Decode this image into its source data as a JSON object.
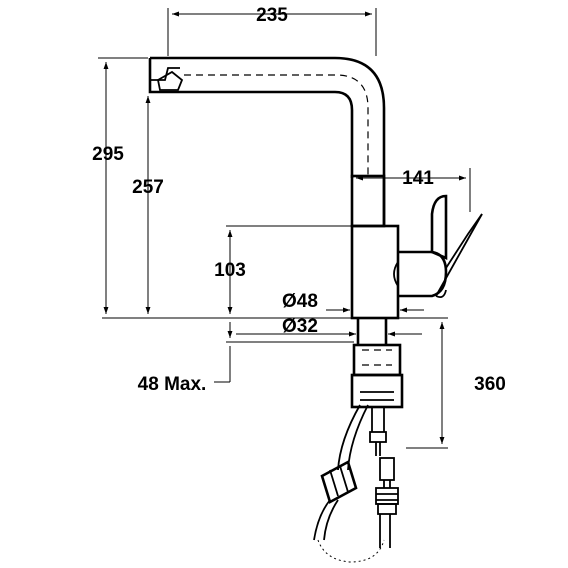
{
  "dimensions": {
    "width_total": "235",
    "height_total": "295",
    "height_spout": "257",
    "height_body": "103",
    "handle_reach": "141",
    "diameter_body": "Ø48",
    "diameter_shank": "Ø32",
    "max_thickness": "48 Max.",
    "hose_length": "360"
  }
}
